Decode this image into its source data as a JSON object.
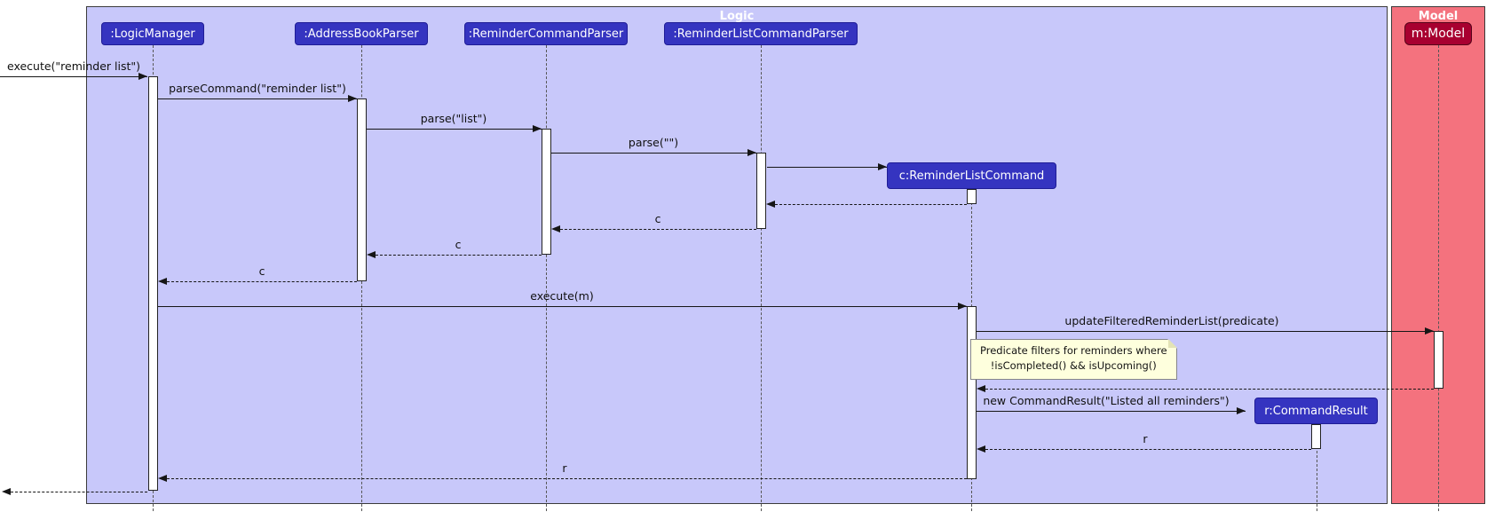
{
  "frames": {
    "logic": {
      "title": "Logic"
    },
    "model": {
      "title": "Model"
    }
  },
  "participants": {
    "logic_manager": {
      "label": ":LogicManager"
    },
    "address_book_parser": {
      "label": ":AddressBookParser"
    },
    "reminder_command_parser": {
      "label": ":ReminderCommandParser"
    },
    "reminder_list_command_parser": {
      "label": ":ReminderListCommandParser"
    },
    "reminder_list_command": {
      "label": "c:ReminderListCommand"
    },
    "model": {
      "label": "m:Model"
    },
    "command_result": {
      "label": "r:CommandResult"
    }
  },
  "messages": {
    "execute": {
      "label": "execute(\"reminder list\")"
    },
    "parse_command": {
      "label": "parseCommand(\"reminder list\")"
    },
    "parse_list": {
      "label": "parse(\"list\")"
    },
    "parse_empty": {
      "label": "parse(\"\")"
    },
    "return_c_1": {
      "label": "c"
    },
    "return_c_2": {
      "label": "c"
    },
    "return_c_3": {
      "label": "c"
    },
    "execute_m": {
      "label": "execute(m)"
    },
    "update_filtered": {
      "label": "updateFilteredReminderList(predicate)"
    },
    "new_command_result": {
      "label": "new CommandResult(\"Listed all reminders\")"
    },
    "return_r_1": {
      "label": "r"
    },
    "return_r_2": {
      "label": "r"
    }
  },
  "note": {
    "line1": "Predicate filters for reminders where",
    "line2": "!isCompleted() && isUpcoming()"
  },
  "colors": {
    "logic_frame_fill": "#C8C8FA",
    "model_frame_fill": "#F4727E",
    "participant_fill": "#3534C0",
    "model_object_fill": "#A80030",
    "note_fill": "#FEFFDD",
    "frame_title_text": "#FFFFFF"
  }
}
